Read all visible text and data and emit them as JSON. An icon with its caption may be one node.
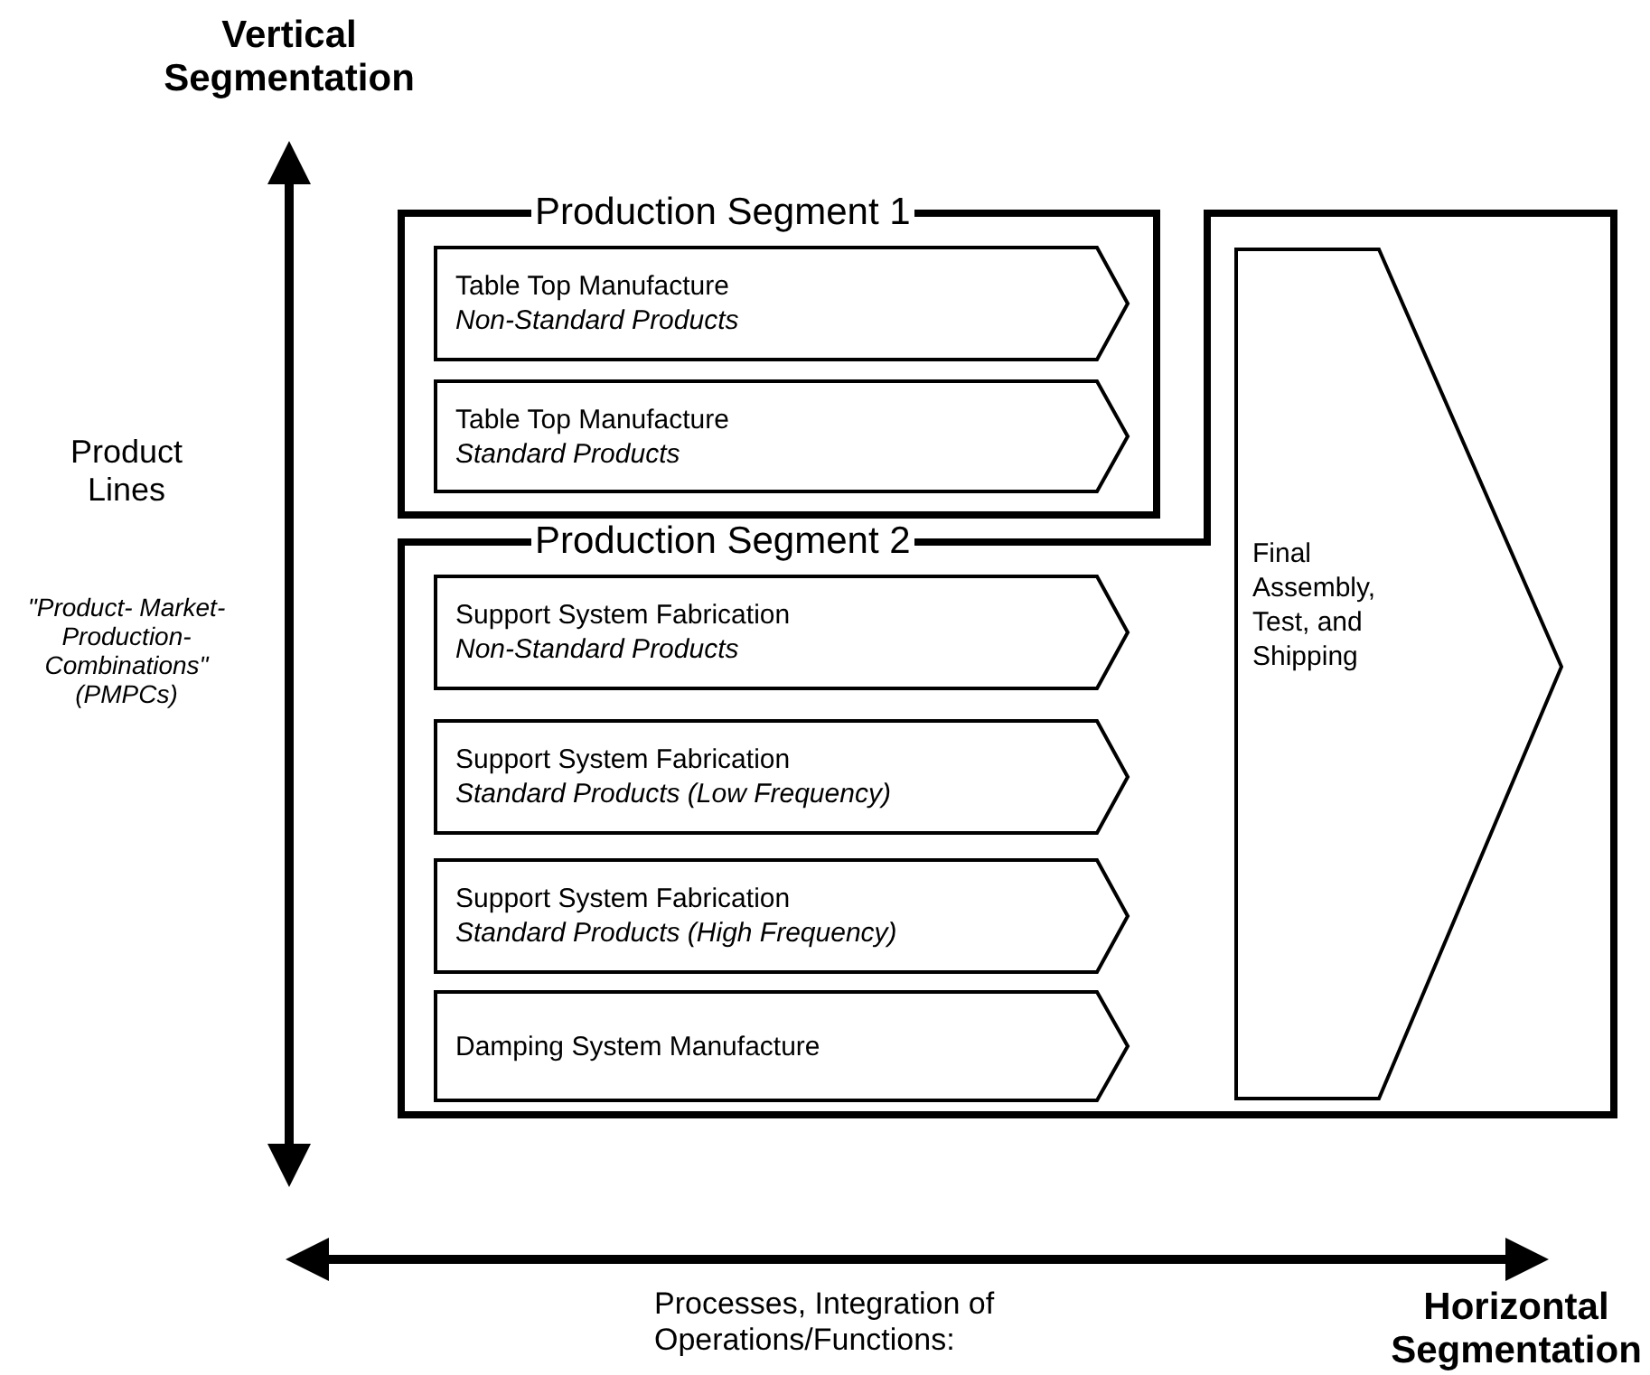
{
  "diagram": {
    "nodes": [
      {
        "text": [
          "Production Segment 1"
        ]
      },
      {
        "text": [
          "Table Top Manufacture",
          "Non-Standard Products"
        ],
        "in": 0
      },
      {
        "text": [
          "Table Top Manufacture",
          "Standard Products"
        ],
        "in": 0
      },
      {
        "text": [
          "Production Segment 2"
        ]
      },
      {
        "text": [
          "Support System Fabrication",
          "Non-Standard Products"
        ],
        "in": 3
      },
      {
        "text": [
          "Support System Fabrication",
          "Standard Products (Low Frequency)"
        ],
        "in": 3
      },
      {
        "text": [
          "Support System Fabrication",
          "Standard Products (High Frequency)"
        ],
        "in": 3
      },
      {
        "text": [
          "Damping System Manufacture"
        ],
        "in": 3
      },
      {
        "text": [
          "Final Assembly, Test, and Shipping"
        ],
        "in": 3
      }
    ],
    "labels": [
      "Vertical Segmentation",
      "Product Lines",
      "\"Product- Market- Production- Combinations\" (PMPCs)",
      "Processes, Integration of Operations/Functions:",
      "Horizontal Segmentation"
    ]
  }
}
